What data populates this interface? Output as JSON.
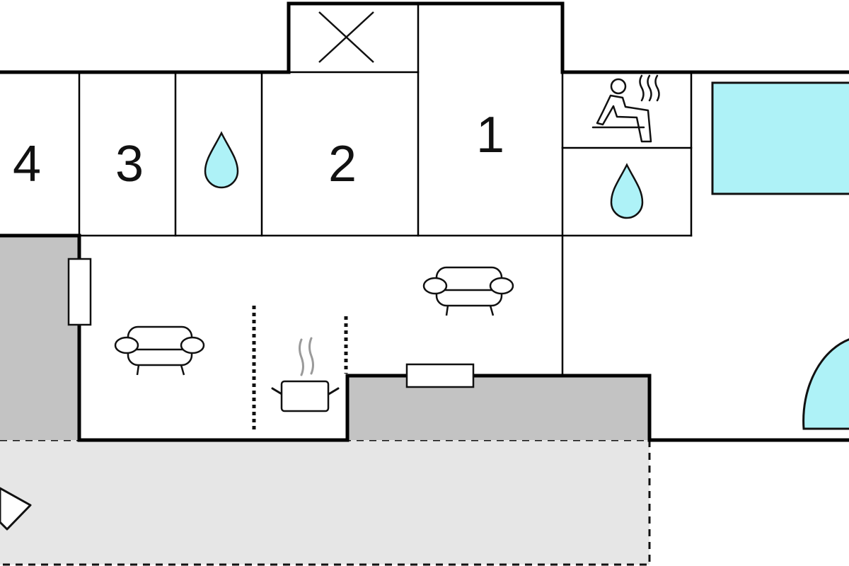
{
  "colors": {
    "background": "#ffffff",
    "wall": "#000000",
    "water": "#aef2f7",
    "terrace": "#e6e6e6",
    "shaded_area": "#c3c3c3",
    "steam": "#9a9a9a"
  },
  "rooms": [
    {
      "label": "4",
      "type": "bedroom"
    },
    {
      "label": "3",
      "type": "bedroom"
    },
    {
      "label": "2",
      "type": "bedroom"
    },
    {
      "label": "1",
      "type": "bedroom"
    }
  ],
  "icons": {
    "bathroom_left": "water-drop-icon",
    "bathroom_right": "water-drop-icon",
    "sauna": "sauna-icon",
    "kitchen": "cooking-pot-icon",
    "living_sofa_left": "armchair-icon",
    "living_sofa_right": "armchair-icon",
    "technical_room": "cross-icon",
    "pool": "pool",
    "hot_tub": "hot-tub",
    "entrance": "entrance-arrow-icon"
  }
}
